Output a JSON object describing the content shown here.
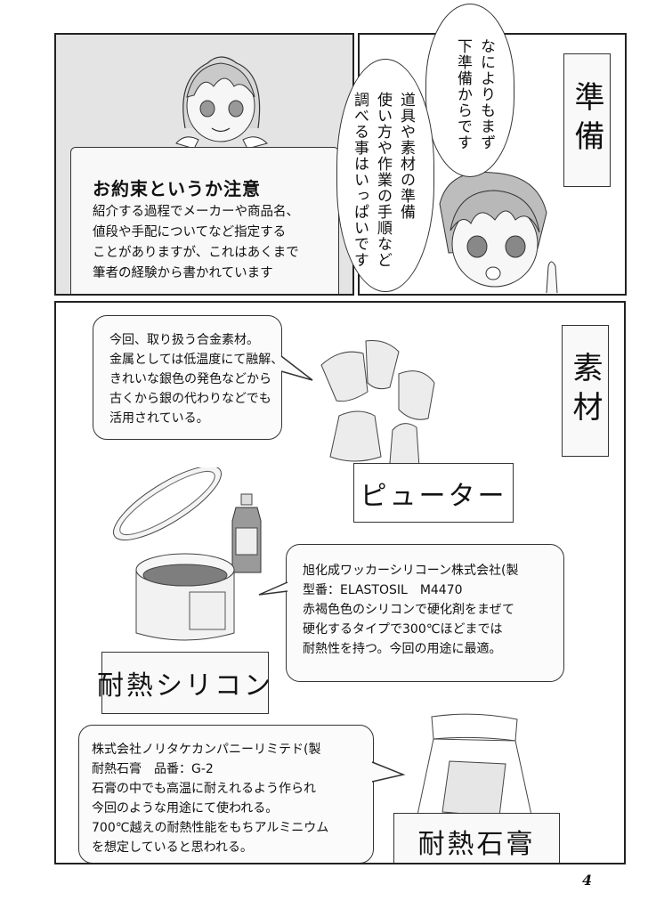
{
  "page": {
    "number": "4"
  },
  "panel_notice": {
    "title": "お約束というか注意",
    "lines": [
      "紹介する過程でメーカーや商品名、",
      "値段や手配についてなど指定する",
      "ことがありますが、これはあくまで",
      "筆者の経験から書かれています"
    ]
  },
  "panel_prep": {
    "section_title": "準備",
    "bubble_top": [
      "なによりもまず",
      "下準備からです"
    ],
    "bubble_left": [
      "道具や素材の準備",
      "使い方や作業の手順など",
      "調べる事はいっぱいです"
    ]
  },
  "panel_materials": {
    "section_title": "素材",
    "pewter": {
      "label": "ピューター",
      "description": [
        "今回、取り扱う合金素材。",
        "金属としては低温度にて融解、",
        "きれいな銀色の発色などから",
        "古くから銀の代わりなどでも",
        "活用されている。"
      ]
    },
    "silicone": {
      "label": "耐熱シリコン",
      "description": [
        "旭化成ワッカーシリコーン株式会社(製",
        "型番：ELASTOSIL　M4470",
        "赤褐色色のシリコンで硬化剤をまぜて",
        "硬化するタイプで300℃ほどまでは",
        "耐熱性を持つ。今回の用途に最適。"
      ]
    },
    "plaster": {
      "label": "耐熱石膏",
      "description": [
        "株式会社ノリタケカンパニーリミテド(製",
        "耐熱石膏　品番：G-2",
        "石膏の中でも高温に耐えれるよう作られ",
        "今回のような用途にて使われる。",
        "700℃越えの耐熱性能をもちアルミニウム",
        "を想定していると思われる。"
      ]
    }
  },
  "colors": {
    "panel_gray": "#e4e4e4",
    "ink": "#111111",
    "bubble_fill": "#fbfbfb"
  }
}
